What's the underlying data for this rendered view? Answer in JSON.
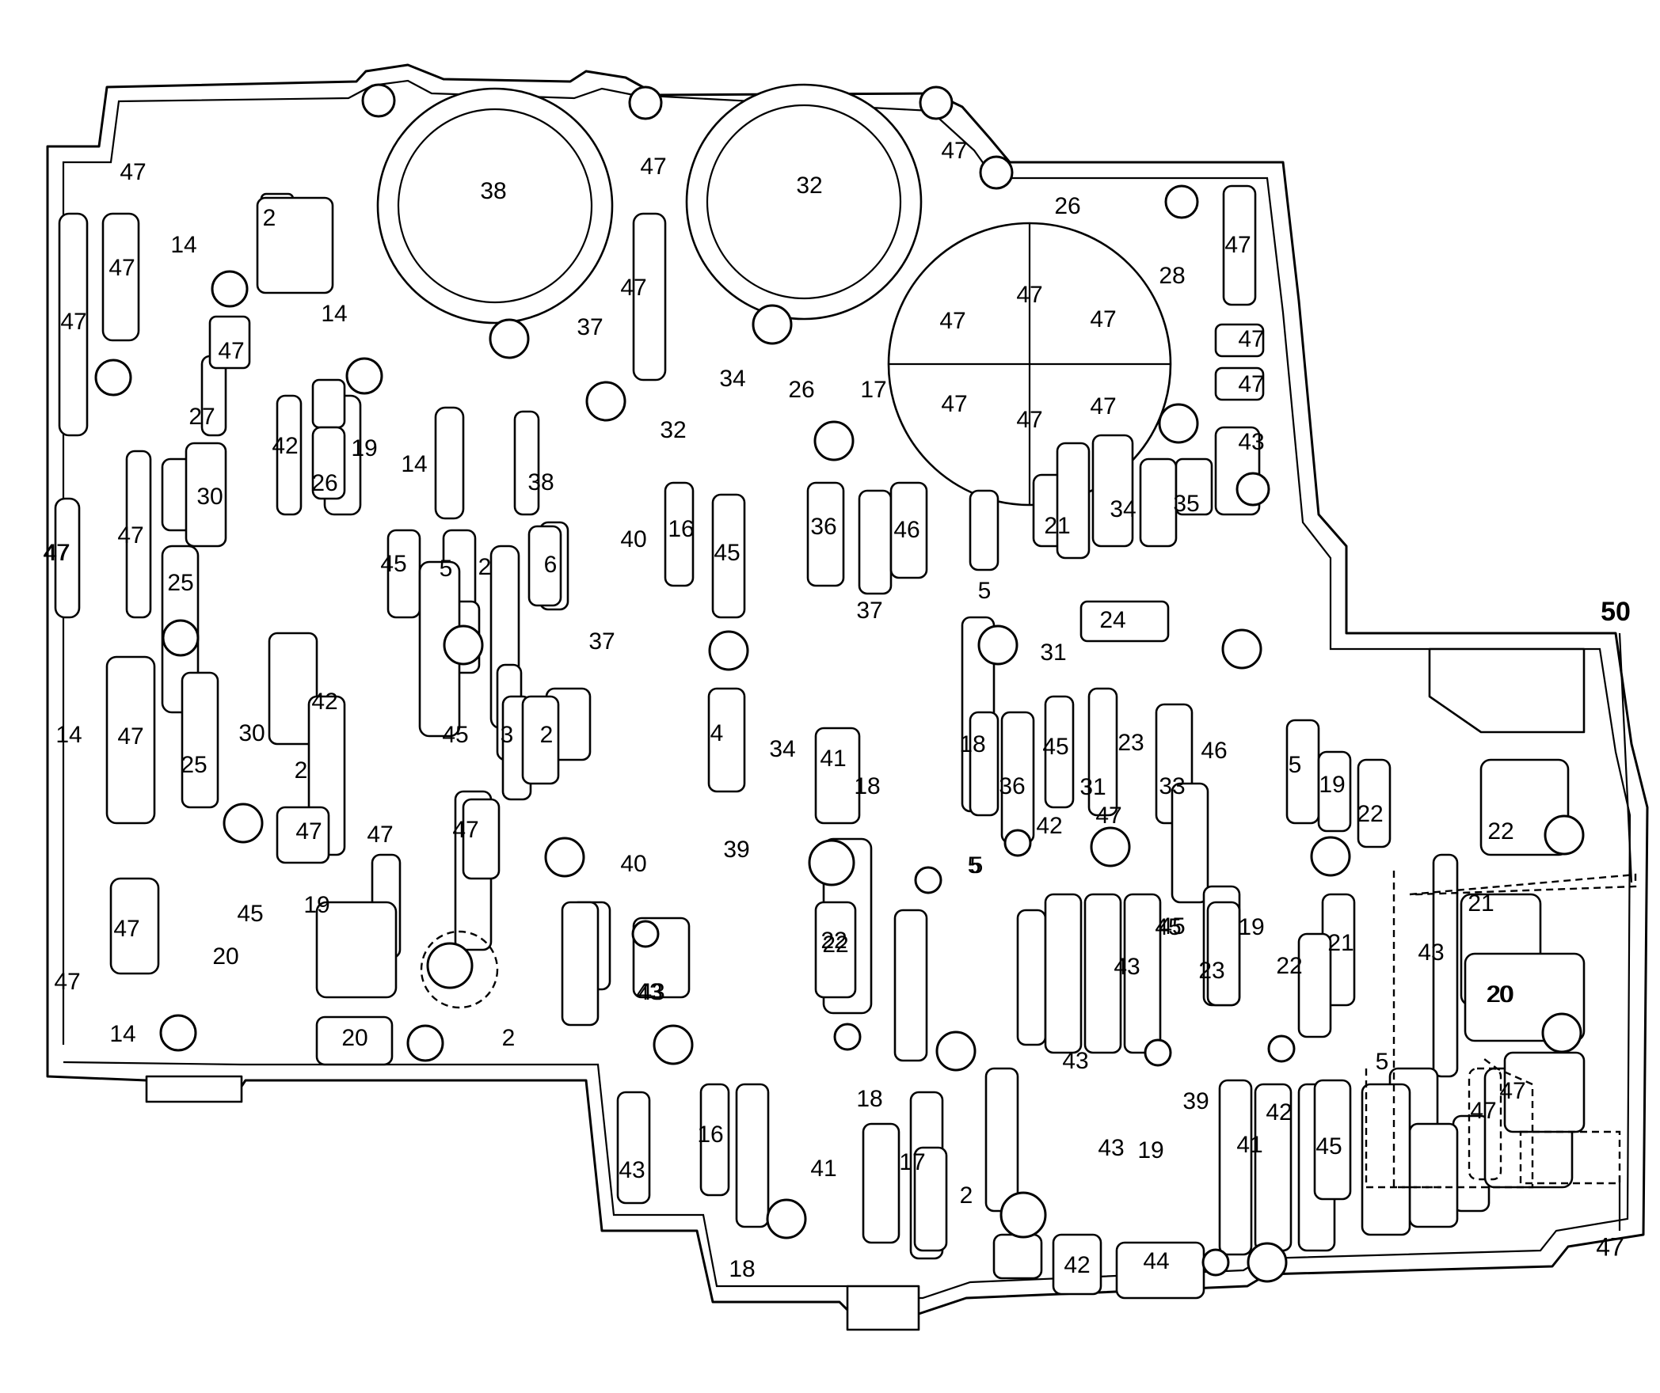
{
  "labels": [
    "47",
    "38",
    "47",
    "32",
    "47",
    "26",
    "2",
    "14",
    "47",
    "47",
    "47",
    "37",
    "47",
    "28",
    "14",
    "47",
    "47",
    "47",
    "47",
    "34",
    "26",
    "17",
    "47",
    "47",
    "47",
    "47",
    "47",
    "27",
    "42",
    "26",
    "19",
    "14",
    "38",
    "32",
    "43",
    "30",
    "47",
    "47",
    "16",
    "45",
    "36",
    "46",
    "34",
    "35",
    "21",
    "47",
    "25",
    "45",
    "5",
    "2",
    "6",
    "40",
    "37",
    "5",
    "37",
    "24",
    "31",
    "14",
    "47",
    "4",
    "18",
    "45",
    "23",
    "46",
    "42",
    "30",
    "25",
    "45",
    "3",
    "2",
    "34",
    "41",
    "36",
    "31",
    "33",
    "5",
    "19",
    "2",
    "47",
    "47",
    "47",
    "39",
    "18",
    "22",
    "5",
    "42",
    "47",
    "22",
    "19",
    "40",
    "45",
    "22",
    "21",
    "43",
    "45",
    "19",
    "5",
    "20",
    "47",
    "43",
    "22",
    "45",
    "43",
    "23",
    "22",
    "21",
    "20",
    "47",
    "14",
    "20",
    "2",
    "43",
    "16",
    "43",
    "43",
    "20",
    "5",
    "47",
    "18",
    "43",
    "39",
    "42",
    "17",
    "41",
    "41",
    "19",
    "45",
    "47",
    "18",
    "2",
    "42",
    "44"
  ],
  "callouts": {
    "top_right": "50",
    "bottom_right": "47"
  }
}
